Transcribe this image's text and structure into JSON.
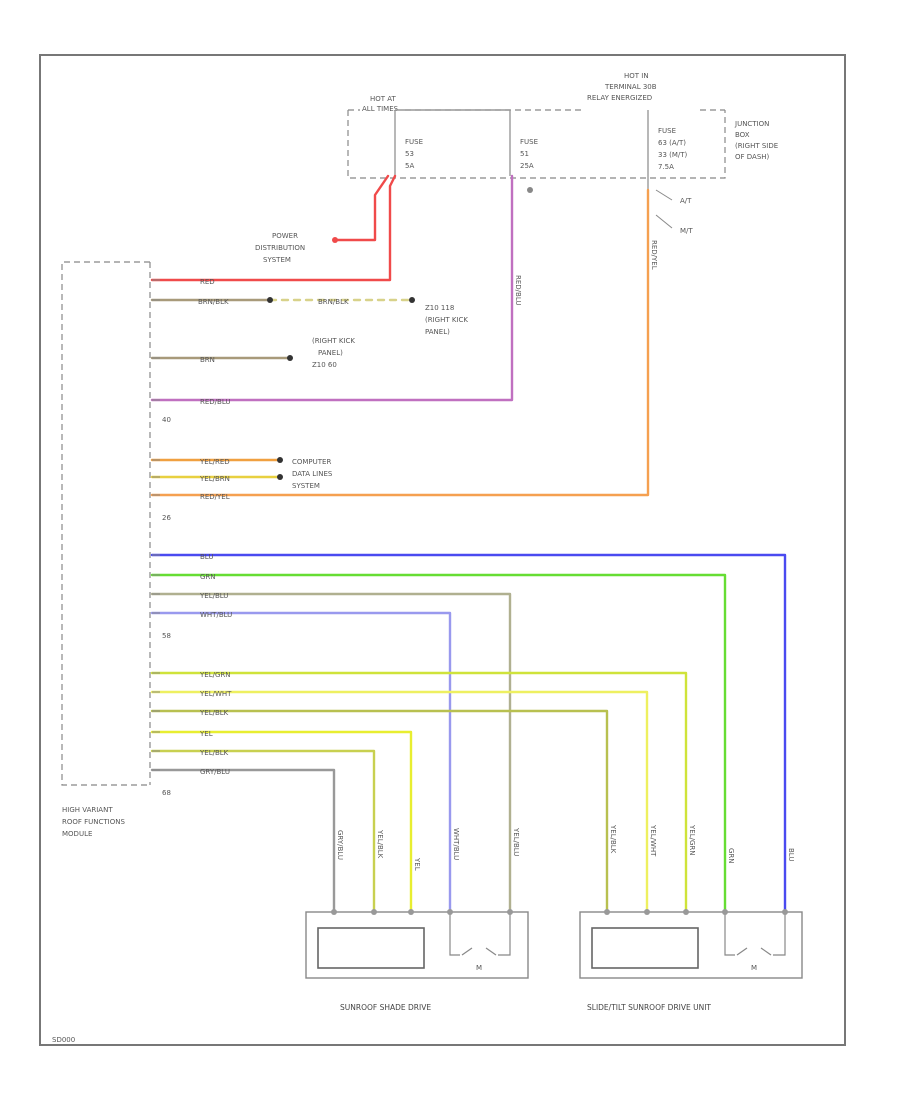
{
  "colors": {
    "red": "#f04a4a",
    "tan": "#a89a7a",
    "gray": "#aaaaaa",
    "purple": "#c070c0",
    "orange": "#f5a050",
    "blue": "#4a4af0",
    "green": "#66dd33",
    "yellow": "#e8ee30",
    "olive": "#b8c050",
    "yellowgreen": "#cfe33a"
  },
  "junction_box": {
    "hot_at_left": "HOT AT",
    "hot_at_left_sub": "ALL TIMES",
    "hot_at_right": "HOT IN",
    "hot_at_right_sub": "TERMINAL 30B",
    "hot_at_right_sub2": "RELAY ENERGIZED",
    "fuse1": [
      "FUSE",
      "53",
      "5A"
    ],
    "fuse2": [
      "FUSE",
      "51",
      "25A"
    ],
    "fuse3": [
      "FUSE",
      "63 (A/T)",
      "33 (M/T)",
      "7.5A"
    ],
    "label": [
      "JUNCTION",
      "BOX",
      "(RIGHT SIDE",
      "OF DASH)"
    ],
    "at": "A/T",
    "mt": "M/T"
  },
  "power_dist": [
    "POWER",
    "DISTRIBUTION",
    "SYSTEM"
  ],
  "ground1": [
    "Z10 118",
    "(RIGHT KICK",
    "PANEL)"
  ],
  "ground2": [
    "(RIGHT KICK",
    "PANEL)",
    "Z10 60"
  ],
  "computer_data": [
    "COMPUTER",
    "DATA LINES",
    "SYSTEM"
  ],
  "module": [
    "HIGH VARIANT",
    "ROOF FUNCTIONS",
    "MODULE"
  ],
  "connector_labels": [
    "40",
    "26",
    "58",
    "68"
  ],
  "wires": {
    "red": "RED",
    "brn_blk": "BRN/BLK",
    "brn": "BRN",
    "red_blu": "RED/BLU",
    "yel_red": "YEL/RED",
    "yel_brn": "YEL/BRN",
    "red_yel": "RED/YEL",
    "blu": "BLU",
    "grn": "GRN",
    "yel_blu": "YEL/BLU",
    "wht_blu": "WHT/BLU",
    "yel_grn": "YEL/GRN",
    "yel_wht": "YEL/WHT",
    "yel_blk": "YEL/BLK",
    "yel": "YEL",
    "gry_blu": "GRY/BLU"
  },
  "drives": {
    "left": "SUNROOF SHADE DRIVE",
    "right": "SLIDE/TILT SUNROOF DRIVE UNIT",
    "motor": "M"
  },
  "footer": "SD000"
}
